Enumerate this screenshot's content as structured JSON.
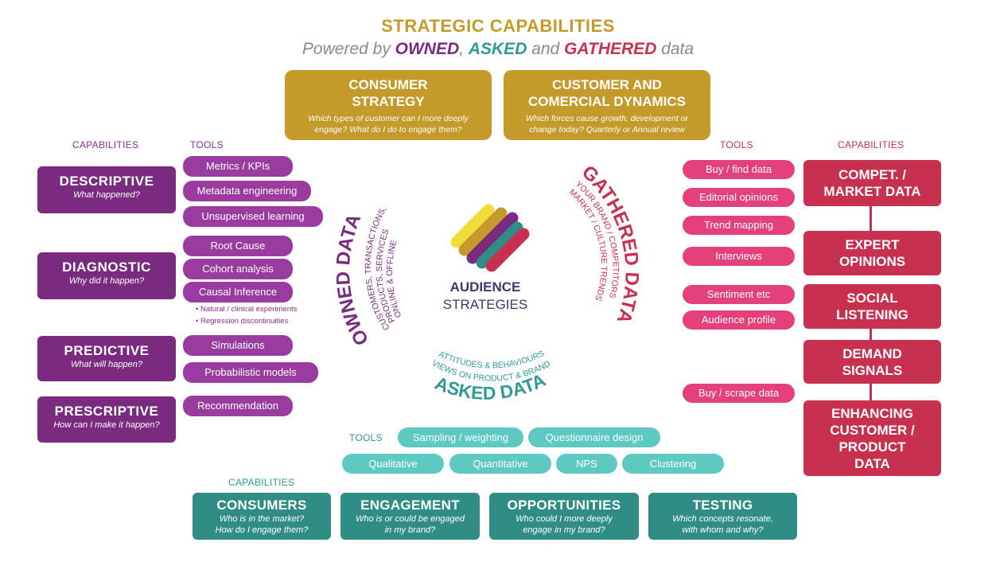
{
  "header": {
    "title": "STRATEGIC CAPABILITIES",
    "subtitle_pre": "Powered by ",
    "owned": "OWNED",
    "comma": ",",
    "asked": "ASKED",
    "and": " and ",
    "gathered": "GATHERED",
    "data": " data"
  },
  "top_boxes": [
    {
      "title_1": "CONSUMER",
      "title_2": "STRATEGY",
      "desc": "Which types of customer can I more deeply engage? What do I do to engage them?"
    },
    {
      "title_1": "CUSTOMER AND",
      "title_2": "COMERCIAL DYNAMICS",
      "desc": "Which forces cause growth, development or change today? Quarterly or Annual review"
    }
  ],
  "left": {
    "capabilities_label": "CAPABILITIES",
    "tools_label": "TOOLS",
    "capabilities": [
      {
        "title": "DESCRIPTIVE",
        "desc": "What happened?"
      },
      {
        "title": "DIAGNOSTIC",
        "desc": "Why did it happen?"
      },
      {
        "title": "PREDICTIVE",
        "desc": "What will happen?"
      },
      {
        "title": "PRESCRIPTIVE",
        "desc": "How can I make it happen?"
      }
    ],
    "tools": [
      "Metrics / KPIs",
      "Metadata engineering",
      "Unsupervised learning",
      "Root Cause",
      "Cohort analysis",
      "Causal Inference",
      "Simulations",
      "Probabilistic models",
      "Recommendation"
    ],
    "bullets": [
      "Natural / clinical experiments",
      "Regression discontinuities"
    ]
  },
  "right": {
    "tools_label": "TOOLS",
    "capabilities_label": "CAPABILITIES",
    "capabilities": [
      {
        "line1": "COMPET. /",
        "line2": "MARKET DATA"
      },
      {
        "line1": "EXPERT",
        "line2": "OPINIONS"
      },
      {
        "line1": "SOCIAL",
        "line2": "LISTENING"
      },
      {
        "line1": "DEMAND",
        "line2": "SIGNALS"
      },
      {
        "line1": "ENHANCING",
        "line2": "CUSTOMER /",
        "line3": "PRODUCT",
        "line4": "DATA"
      }
    ],
    "tools": [
      "Buy / find data",
      "Editorial opinions",
      "Trend mapping",
      "Interviews",
      "Sentiment etc",
      "Audience profile",
      "Buy / scrape data"
    ]
  },
  "center": {
    "logo_line1": "AUDIENCE",
    "logo_line2": "STRATEGIES",
    "owned_title": "OWNED DATA",
    "owned_sub1": "CUSTOMERS, TRANSACTIONS,",
    "owned_sub2": "PRODUCTS, SERVICES",
    "owned_sub3": "ONLINE & OFFLINE",
    "gathered_title": "GATHERED DATA",
    "gathered_sub1": "YOUR BRAND / COMPETITORS",
    "gathered_sub2": "MARKET / CULTURE TRENDS",
    "asked_sub1": "ATTITUDES & BEHAVIOURS",
    "asked_sub2": "VIEWS ON PRODUCT & BRAND",
    "asked_title": "ASKED DATA"
  },
  "bottom": {
    "tools_label": "TOOLS",
    "capabilities_label": "CAPABILITIES",
    "tools": [
      "Sampling / weighting",
      "Questionnaire design",
      "Qualitative",
      "Quantitative",
      "NPS",
      "Clustering"
    ],
    "capabilities": [
      {
        "title": "CONSUMERS",
        "desc1": "Who is in the market?",
        "desc2": "How do I engage them?"
      },
      {
        "title": "ENGAGEMENT",
        "desc1": "Who is or could be engaged",
        "desc2": "in my brand?"
      },
      {
        "title": "OPPORTUNITIES",
        "desc1": "Who could I more deeply",
        "desc2": "engage in my brand?"
      },
      {
        "title": "TESTING",
        "desc1": "Which concepts resonate,",
        "desc2": "with whom and why?"
      }
    ]
  },
  "colors": {
    "gold": "#c49a2a",
    "purple": "#7b2b7f",
    "pink": "#c7304f",
    "teal": "#2f8d86"
  }
}
